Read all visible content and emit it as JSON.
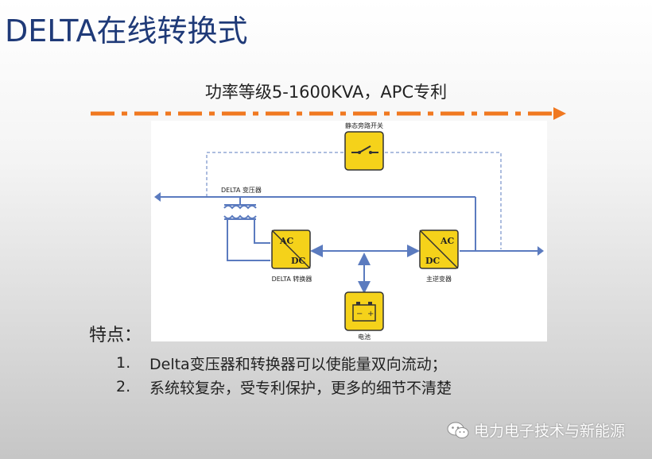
{
  "slide": {
    "title": "DELTA在线转换式",
    "subtitle": "功率等级5-1600KVA，APC专利"
  },
  "diagram": {
    "static_switch_label": "静态旁路开关",
    "transformer_label": "DELTA 变压器",
    "converter_label": "DELTA 转换器",
    "inverter_label": "主逆变器",
    "battery_label": "电池",
    "converter_top": "AC",
    "converter_bottom": "DC",
    "inverter_top": "AC",
    "inverter_bottom": "DC",
    "battery_minus": "−",
    "battery_plus": "+"
  },
  "features": {
    "heading": "特点：",
    "items": [
      {
        "num": "1.",
        "text": "Delta变压器和转换器可以使能量双向流动；"
      },
      {
        "num": "2.",
        "text": "系统较复杂，受专利保护，更多的细节不清楚"
      }
    ]
  },
  "watermark": {
    "text": "电力电子技术与新能源",
    "icon": "wechat-icon"
  },
  "colors": {
    "title": "#1f3a78",
    "accent_arrow": "#f07820",
    "box_fill": "#f5d21a",
    "line": "#5b7bbf"
  }
}
